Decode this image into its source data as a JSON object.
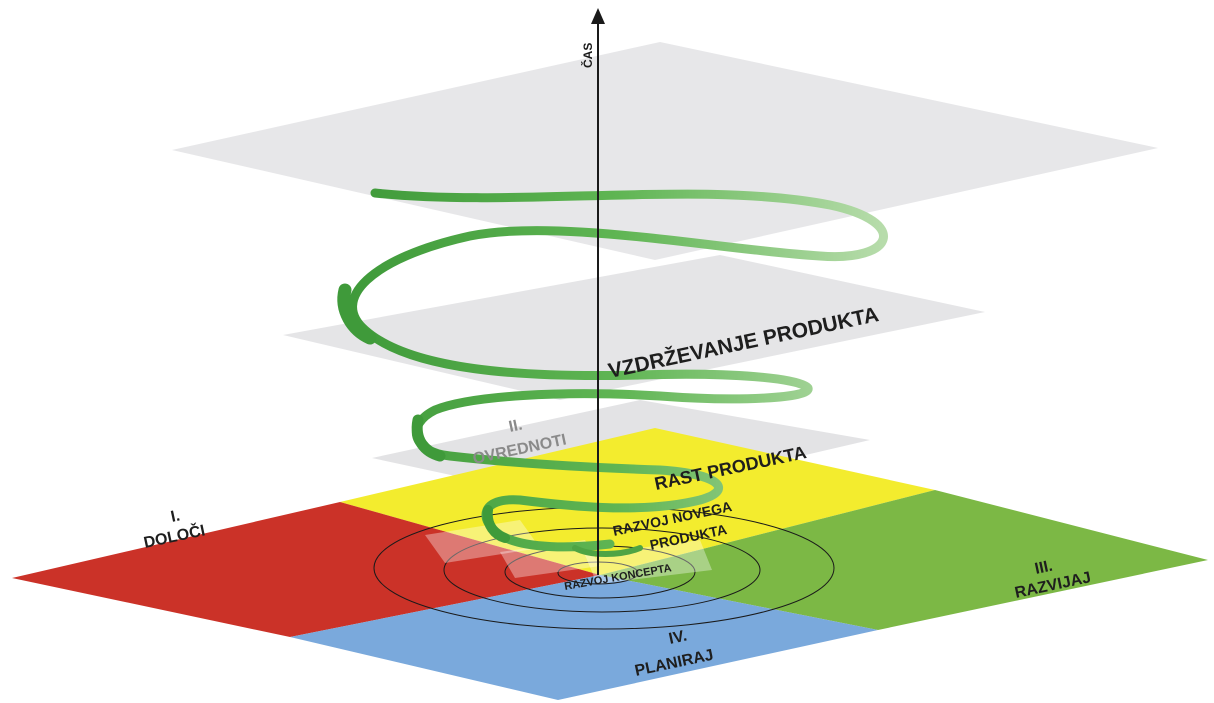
{
  "axis": {
    "label": "ČAS"
  },
  "quadrants": {
    "q1": {
      "number": "I.",
      "name": "DOLOČI",
      "color": "#cb3228"
    },
    "q2": {
      "number": "II.",
      "name": "OVREDNOTI",
      "color": "#f3ec2e"
    },
    "q3": {
      "number": "III.",
      "name": "RAZVIJAJ",
      "color": "#7cb845"
    },
    "q4": {
      "number": "IV.",
      "name": "PLANIRAJ",
      "color": "#7aa9dc"
    }
  },
  "phases": {
    "maintenance": "VZDRŽEVANJE PRODUKTA",
    "growth": "RAST PRODUKTA",
    "new_product_line1": "RAZVOJ NOVEGA",
    "new_product_line2": "PRODUKTA",
    "concept": "RAZVOJ KONCEPTA"
  },
  "colors": {
    "plane": "#e6e6e8",
    "spiral": "#4fa444",
    "spiral_light": "#a9d49c",
    "axis": "#1a1a1a",
    "text_dark": "#1e1e1e",
    "text_grey": "#8a8a8a"
  }
}
